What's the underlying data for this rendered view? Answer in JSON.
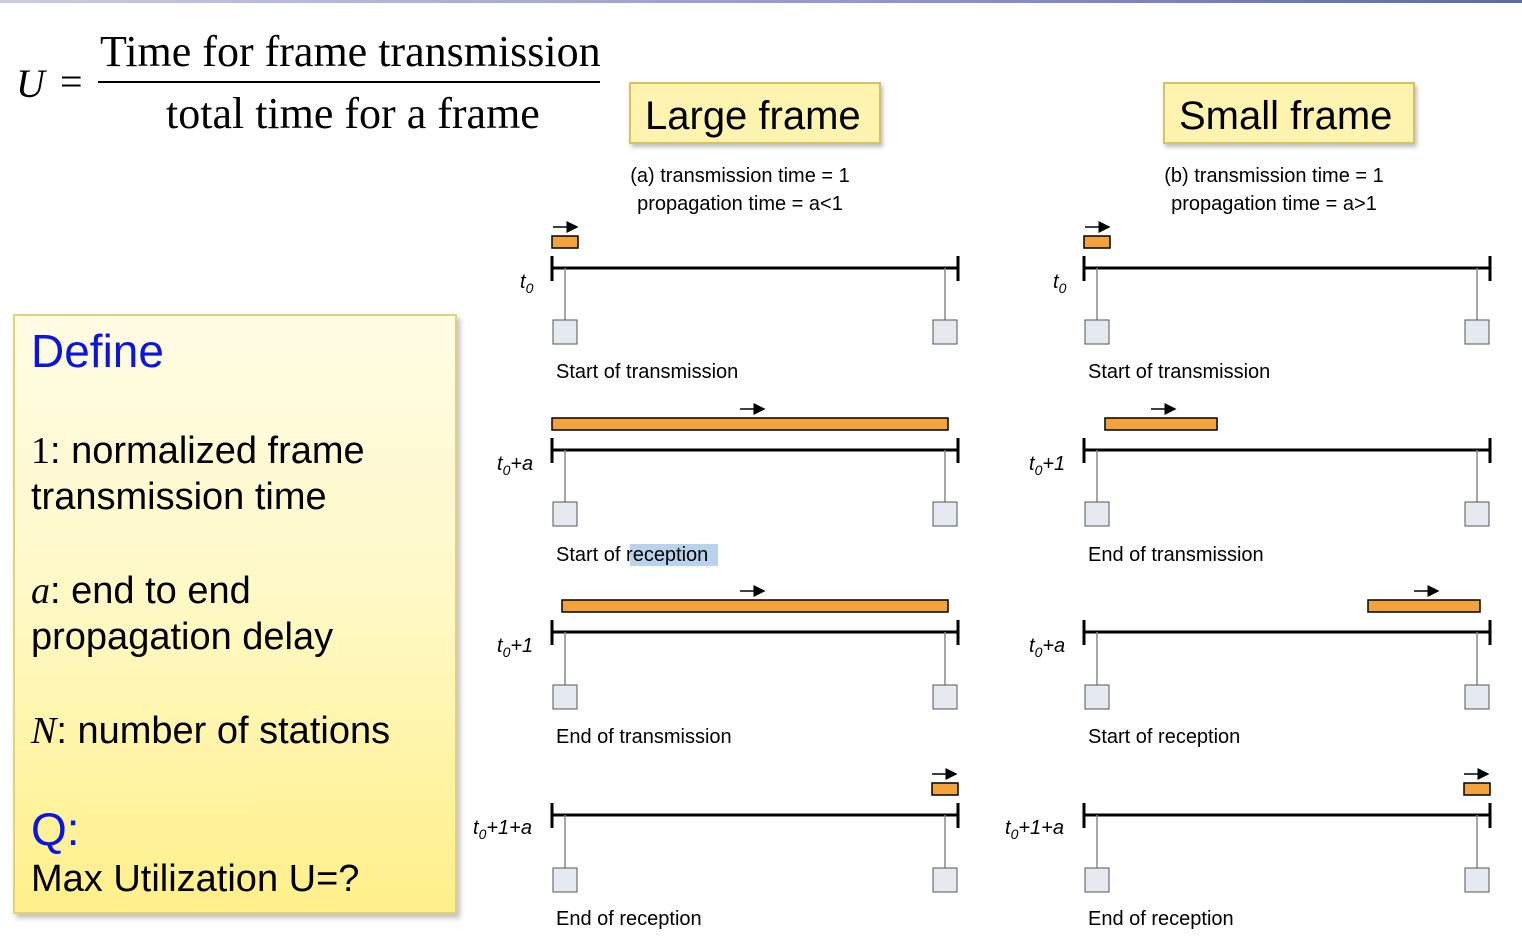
{
  "formula": {
    "lhs": "U",
    "equals": "=",
    "numerator": "Time for frame transmission",
    "denominator": "total time for a frame"
  },
  "panels": [
    {
      "title": "Large frame",
      "caption_line1": "(a) transmission time = 1",
      "caption_line2": "propagation time = a<1",
      "steps": [
        {
          "time": "t",
          "time_sub": "0",
          "time_suffix": "",
          "label": "Start of transmission"
        },
        {
          "time": "t",
          "time_sub": "0",
          "time_suffix": "+a",
          "label": "Start of reception"
        },
        {
          "time": "t",
          "time_sub": "0",
          "time_suffix": "+1",
          "label": "End of transmission"
        },
        {
          "time": "t",
          "time_sub": "0",
          "time_suffix": "+1+a",
          "label": "End of reception"
        }
      ]
    },
    {
      "title": "Small frame",
      "caption_line1": "(b) transmission time = 1",
      "caption_line2": "propagation time = a>1",
      "steps": [
        {
          "time": "t",
          "time_sub": "0",
          "time_suffix": "",
          "label": "Start of transmission"
        },
        {
          "time": "t",
          "time_sub": "0",
          "time_suffix": "+1",
          "label": "End of transmission"
        },
        {
          "time": "t",
          "time_sub": "0",
          "time_suffix": "+a",
          "label": "Start of reception"
        },
        {
          "time": "t",
          "time_sub": "0",
          "time_suffix": "+1+a",
          "label": "End of reception"
        }
      ]
    }
  ],
  "define": {
    "heading": "Define",
    "item1_symbol": "1",
    "item1_line1": ": normalized frame",
    "item1_line2": "transmission time",
    "item2_symbol": "a",
    "item2_line1": ": end to end",
    "item2_line2": "propagation delay",
    "item3_symbol": "N",
    "item3_line1": ": number of stations",
    "question_label": "Q:",
    "question": "Max Utilization U=?"
  },
  "colors": {
    "frame_fill": "#f4a23b",
    "box_fill": "#fff3b0",
    "heading_blue": "#0a14e6"
  }
}
